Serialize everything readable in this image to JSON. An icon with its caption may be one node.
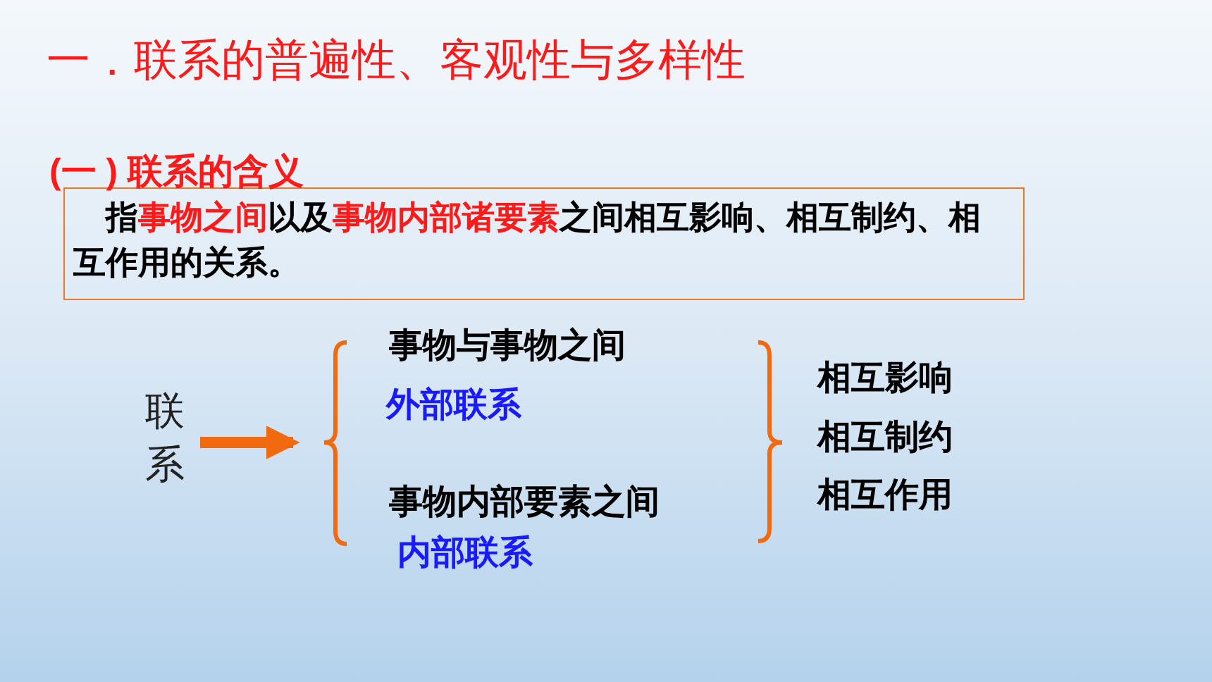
{
  "diagram": {
    "title": "一．联系的普遍性、客观性与多样性",
    "nodes": [
      {
        "text": [
          "指**事物之间**以及**事物内部诸要素**之间相互影响、相互制约、相互作用的关系。"
        ]
      },
      {
        "text": [
          "联系"
        ]
      },
      {
        "text": [],
        "shape": "bracket"
      }
    ],
    "edges": [
      {
        "from": 1,
        "to": 2,
        "arrow": "to"
      }
    ],
    "labels": [
      "(一 ) 联系的含义",
      "事物与事物之间",
      "外部联系",
      "事物内部要素之间",
      "内部联系",
      "相互影响",
      "相互制约",
      "相互作用"
    ]
  }
}
